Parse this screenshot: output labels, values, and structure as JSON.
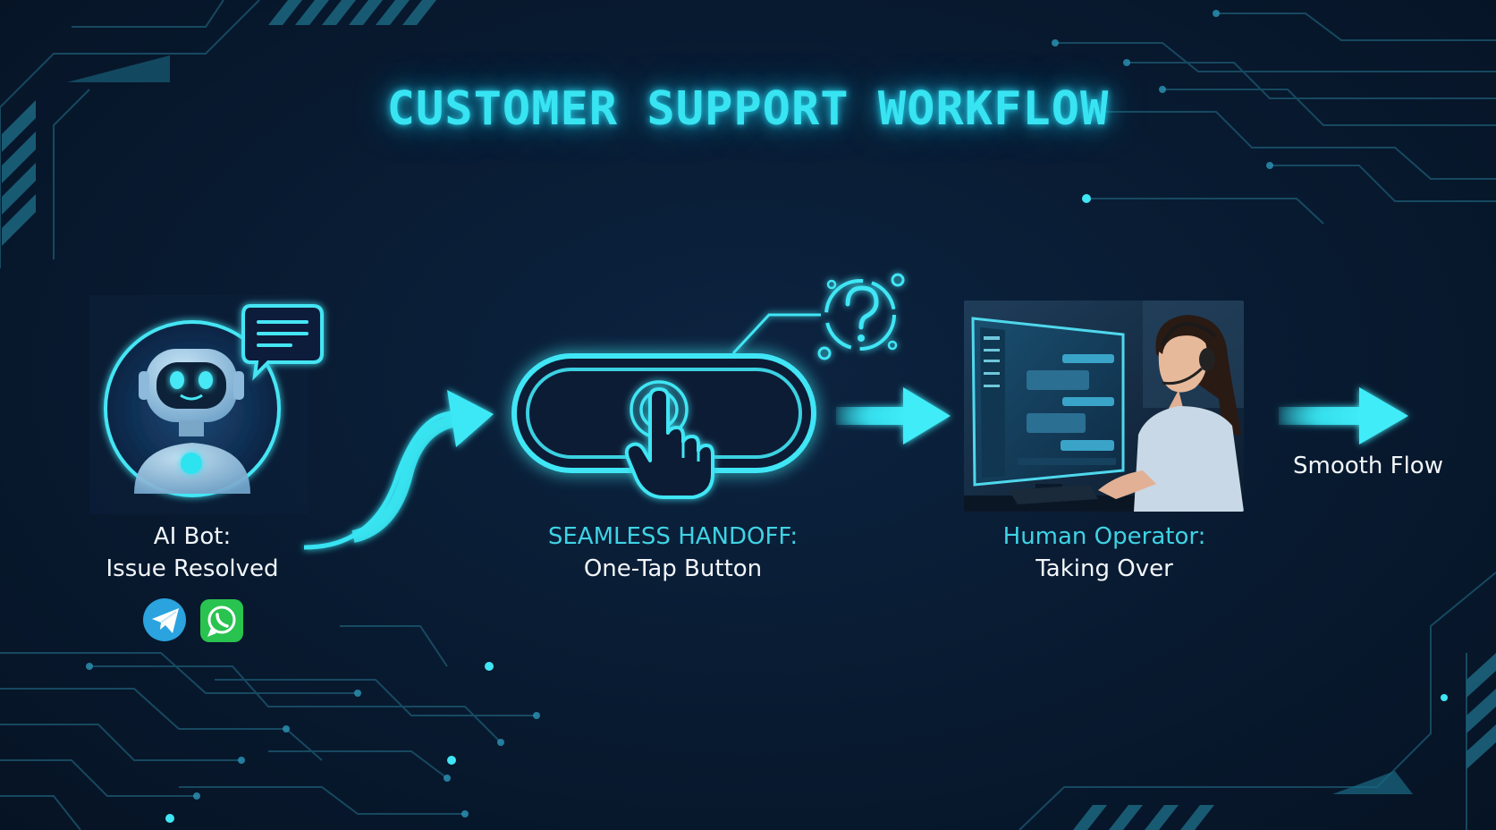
{
  "title": "CUSTOMER SUPPORT WORKFLOW",
  "steps": [
    {
      "line1": "AI Bot:",
      "line2": "Issue Resolved",
      "icon": "robot-icon"
    },
    {
      "line1": "SEAMLESS HANDOFF:",
      "line2": "One-Tap Button",
      "icon": "tap-button-icon"
    },
    {
      "line1": "Human Operator:",
      "line2": "Taking Over",
      "icon": "operator-photo"
    }
  ],
  "end_label": "Smooth Flow",
  "channels": [
    "telegram-icon",
    "whatsapp-icon"
  ],
  "colors": {
    "accent": "#38e4f2",
    "background": "#071628",
    "telegram": "#2aa3de",
    "whatsapp": "#29c34f"
  }
}
